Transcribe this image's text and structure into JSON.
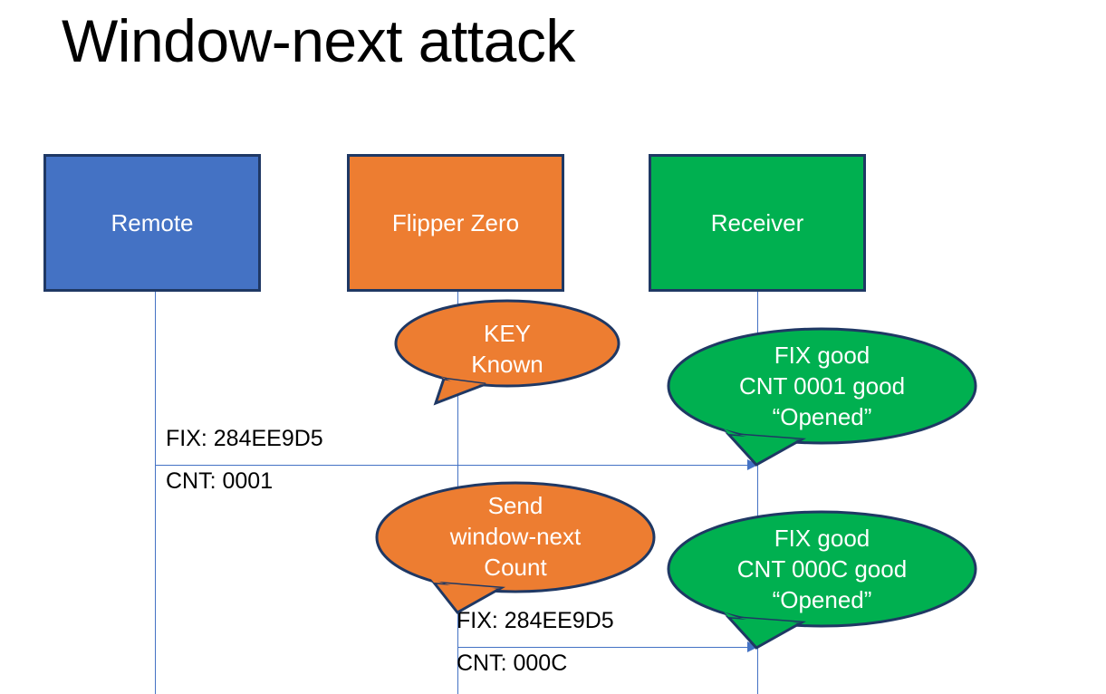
{
  "slide": {
    "title": "Window-next attack",
    "background": "#ffffff"
  },
  "colors": {
    "remote_fill": "#4472C4",
    "flipper_fill": "#ED7D31",
    "receiver_fill": "#00B050",
    "outline": "#1F3864",
    "lifeline": "#4472C4",
    "text_dark": "#000000",
    "text_light": "#ffffff"
  },
  "actors": [
    {
      "id": "remote",
      "label": "Remote",
      "fill": "#4472C4"
    },
    {
      "id": "flipper",
      "label": "Flipper Zero",
      "fill": "#ED7D31"
    },
    {
      "id": "receiver",
      "label": "Receiver",
      "fill": "#00B050"
    }
  ],
  "callouts": [
    {
      "id": "key-known",
      "owner": "flipper",
      "fill": "#ED7D31",
      "lines": [
        "KEY",
        "Known"
      ],
      "text": "KEY\nKnown"
    },
    {
      "id": "receiver-accept-0001",
      "owner": "receiver",
      "fill": "#00B050",
      "lines": [
        "FIX good",
        "CNT 0001 good",
        "“Opened”"
      ],
      "text": "FIX good\nCNT 0001 good\n“Opened”"
    },
    {
      "id": "send-window-next",
      "owner": "flipper",
      "fill": "#ED7D31",
      "lines": [
        "Send",
        "window-next",
        "Count"
      ],
      "text": "Send\nwindow-next\nCount"
    },
    {
      "id": "receiver-accept-000c",
      "owner": "receiver",
      "fill": "#00B050",
      "lines": [
        "FIX good",
        "CNT 000C good",
        "“Opened”"
      ],
      "text": "FIX good\nCNT 000C good\n“Opened”"
    }
  ],
  "messages": [
    {
      "id": "msg-remote-to-receiver",
      "from": "remote",
      "to": "receiver",
      "fix_label": "FIX: 284EE9D5",
      "cnt_label": "CNT: 0001"
    },
    {
      "id": "msg-flipper-to-receiver",
      "from": "flipper",
      "to": "receiver",
      "fix_label": "FIX: 284EE9D5",
      "cnt_label": "CNT: 000C"
    }
  ]
}
